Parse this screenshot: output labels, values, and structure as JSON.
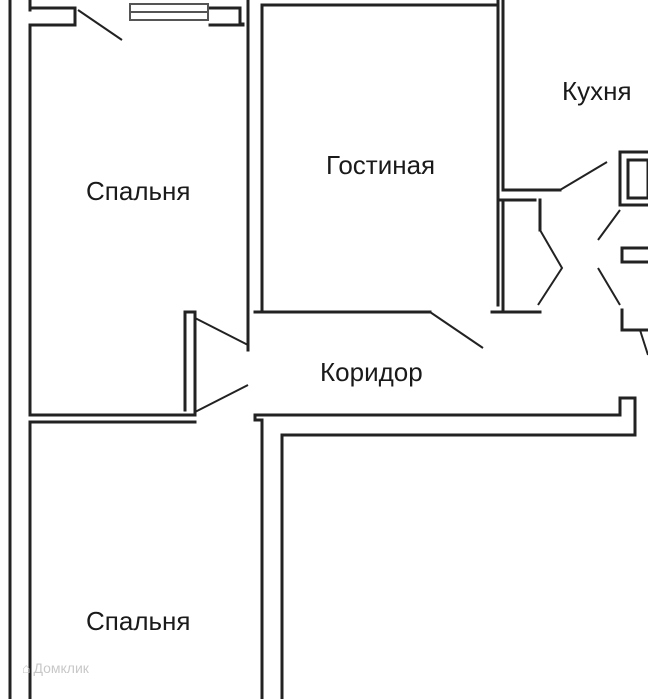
{
  "rooms": {
    "bedroom_top": "Спальня",
    "living_room": "Гостиная",
    "kitchen": "Кухня",
    "corridor": "Коридор",
    "bedroom_bottom": "Спальня"
  },
  "watermark": "Домклик",
  "colors": {
    "wall": "#222222",
    "window": "#555555",
    "watermark": "#c8c8c8"
  }
}
